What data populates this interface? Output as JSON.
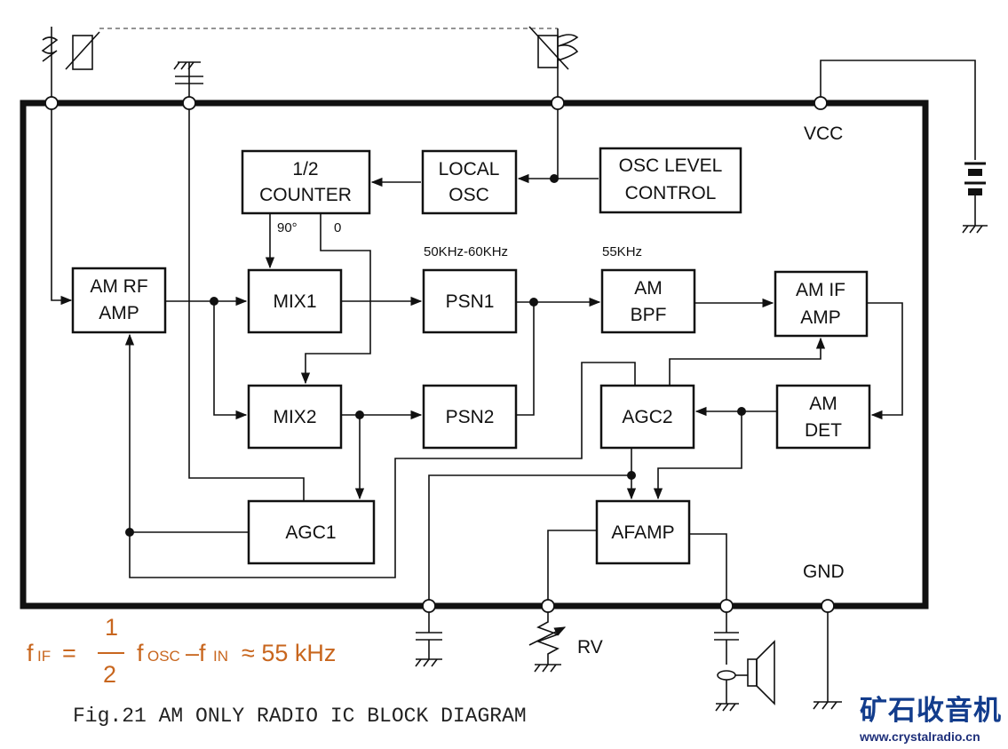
{
  "blocks": {
    "counter_line1": "1/2",
    "counter_line2": "COUNTER",
    "local_osc_line1": "LOCAL",
    "local_osc_line2": "OSC",
    "osc_level_line1": "OSC LEVEL",
    "osc_level_line2": "CONTROL",
    "am_rf_line1": "AM RF",
    "am_rf_line2": "AMP",
    "mix1": "MIX1",
    "psn1": "PSN1",
    "am_bpf_line1": "AM",
    "am_bpf_line2": "BPF",
    "am_if_line1": "AM IF",
    "am_if_line2": "AMP",
    "mix2": "MIX2",
    "psn2": "PSN2",
    "agc2": "AGC2",
    "am_det_line1": "AM",
    "am_det_line2": "DET",
    "agc1": "AGC1",
    "afamp": "AFAMP"
  },
  "annotations": {
    "phase_90": "90°",
    "phase_0": "0",
    "psn_freq": "50KHz-60KHz",
    "bpf_freq": "55KHz",
    "vcc": "VCC",
    "gnd": "GND",
    "rv": "RV"
  },
  "formula": {
    "lhs": "f",
    "lhs_sub": "IF",
    "equals": "=",
    "numerator": "1",
    "denominator": "2",
    "f_osc": "f",
    "osc_sub": "OSC",
    "minus": "–f",
    "in_sub": "IN",
    "approx": "≈ 55 kHz"
  },
  "caption": "Fig.21 AM ONLY RADIO IC BLOCK DIAGRAM",
  "watermark": {
    "brand": "矿石收音机",
    "url": "www.crystalradio.cn"
  },
  "colors": {
    "formula": "#c8661e",
    "brand": "#123c8c",
    "line": "#111111"
  }
}
